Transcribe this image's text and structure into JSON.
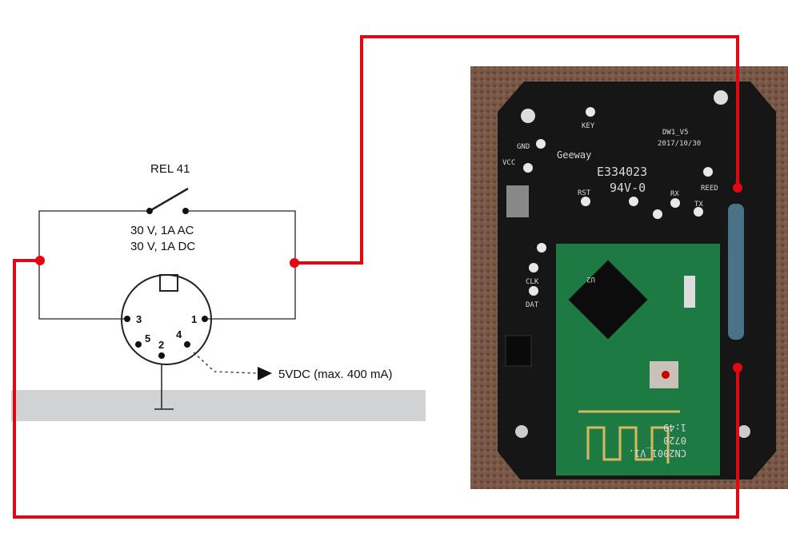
{
  "schematic": {
    "relay_label": "REL 41",
    "rating_ac": "30 V, 1A  AC",
    "rating_dc": "30 V, 1A  DC",
    "pins": [
      "1",
      "2",
      "3",
      "4",
      "5"
    ],
    "supply_label": "5VDC (max. 400 mA)"
  },
  "photo": {
    "silkscreen": {
      "key": "KEY",
      "gnd": "GND",
      "vcc": "VCC",
      "brand": "Geeway",
      "model": "DW1_V5",
      "date": "2017/10/30",
      "cert": "E334023",
      "rating": "94V-0",
      "rst": "RST",
      "rx": "RX",
      "tx": "TX",
      "reed": "REED",
      "clk": "CLK",
      "dat": "DAT",
      "u2": "U2",
      "module": "CN2001_V1.",
      "code1": "0720",
      "code2": "1:49"
    }
  },
  "colors": {
    "wire": "#e30613",
    "band": "#d1d2d4",
    "line": "#222222",
    "pcb": "#161616",
    "module": "#1e7a43",
    "bg": "#6b4a3a"
  }
}
